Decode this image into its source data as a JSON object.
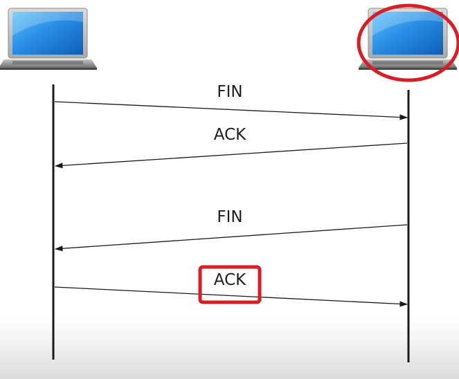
{
  "diagram": {
    "type": "sequence",
    "participants": [
      {
        "name": "left-computer",
        "icon": "laptop-icon",
        "highlighted": false
      },
      {
        "name": "right-computer",
        "icon": "laptop-icon",
        "highlighted": true
      }
    ],
    "messages": [
      {
        "label": "FIN",
        "from": "left-computer",
        "to": "right-computer",
        "highlighted": false
      },
      {
        "label": "ACK",
        "from": "right-computer",
        "to": "left-computer",
        "highlighted": false
      },
      {
        "label": "FIN",
        "from": "right-computer",
        "to": "left-computer",
        "highlighted": false
      },
      {
        "label": "ACK",
        "from": "left-computer",
        "to": "right-computer",
        "highlighted": true
      }
    ],
    "colors": {
      "highlight": "#d81e24",
      "line": "#1a1a1a",
      "screen": "#2f8fe0",
      "laptop_body": "#9c9c9c"
    }
  }
}
